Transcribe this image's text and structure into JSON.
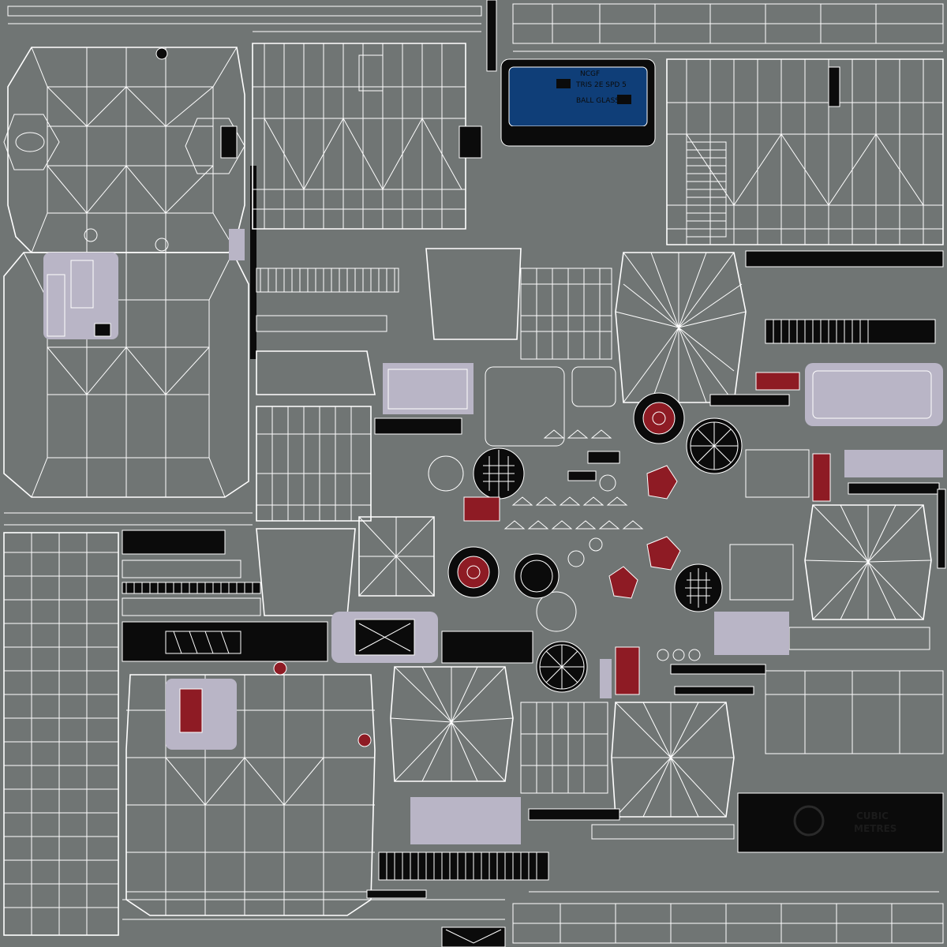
{
  "texture": {
    "decal_logo_line1": "CUBIC",
    "decal_logo_line2": "METRES",
    "blue_plate_line1": "NCGF",
    "blue_plate_line2": "TRIS 2E SPD 5",
    "blue_plate_line3": "BALL GLASS"
  },
  "palette": {
    "background": "#707574",
    "wireframe": "#ffffff",
    "black_parts": "#0b0b0b",
    "lavender_parts": "#b9b5c6",
    "red_parts": "#8e1b24",
    "blue_plate": "#0f3e78"
  }
}
